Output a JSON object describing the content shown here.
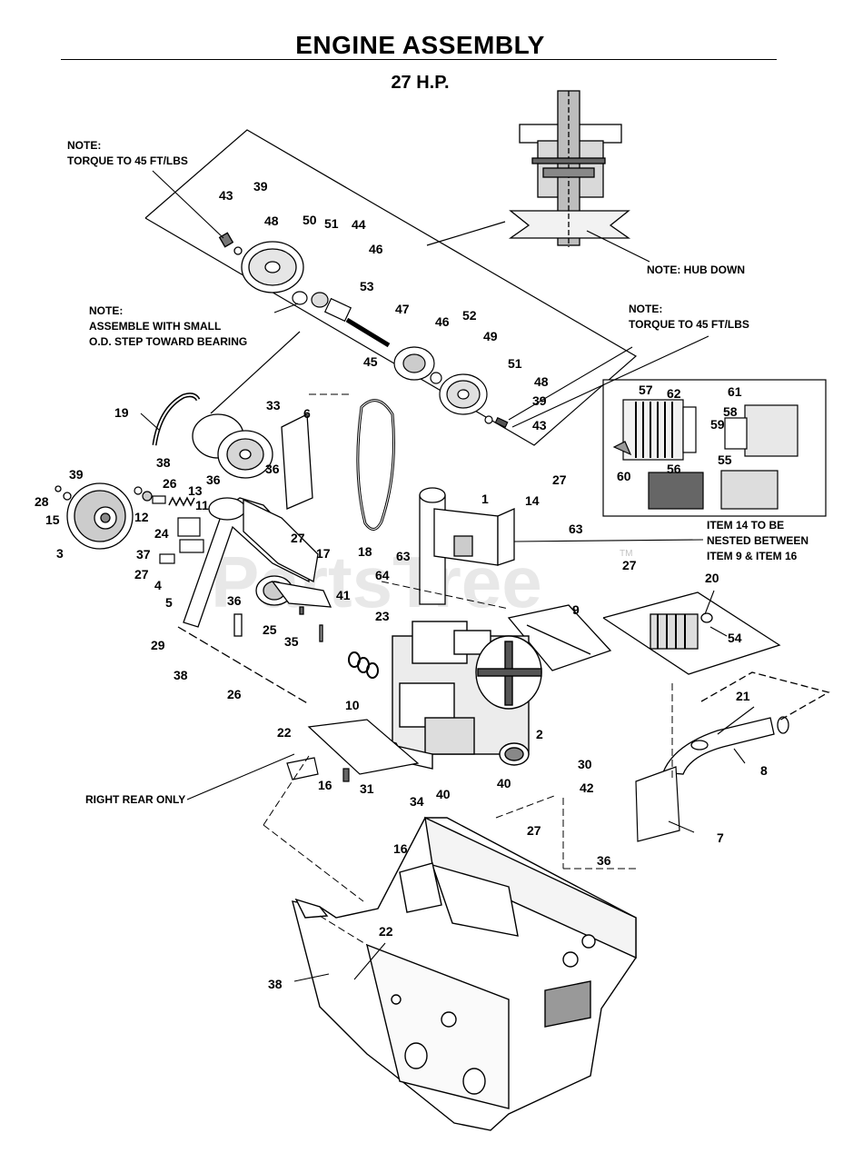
{
  "title": "ENGINE ASSEMBLY",
  "subtitle": "27 H.P.",
  "watermark": "PartsTree",
  "watermark_tm": "TM",
  "notes": {
    "torque_left": [
      "NOTE:",
      "TORQUE TO 45 FT/LBS"
    ],
    "assemble": [
      "NOTE:",
      "ASSEMBLE WITH SMALL",
      "O.D. STEP TOWARD BEARING"
    ],
    "torque_right": [
      "NOTE:",
      "TORQUE TO 45 FT/LBS"
    ],
    "hub_down": "NOTE: HUB DOWN",
    "item14": [
      "ITEM 14 TO BE",
      "NESTED BETWEEN",
      "ITEM 9 & ITEM 16"
    ],
    "right_rear": "RIGHT REAR ONLY"
  },
  "callouts": [
    "43",
    "39",
    "48",
    "50",
    "51",
    "44",
    "46",
    "53",
    "47",
    "45",
    "46",
    "52",
    "49",
    "51",
    "48",
    "39",
    "43",
    "19",
    "33",
    "6",
    "38",
    "26",
    "13",
    "39",
    "28",
    "15",
    "3",
    "12",
    "11",
    "24",
    "36",
    "36",
    "27",
    "37",
    "27",
    "4",
    "5",
    "17",
    "36",
    "29",
    "25",
    "35",
    "41",
    "38",
    "26",
    "18",
    "1",
    "14",
    "27",
    "63",
    "63",
    "64",
    "23",
    "27",
    "9",
    "57",
    "62",
    "61",
    "58",
    "59",
    "60",
    "56",
    "55",
    "20",
    "54",
    "21",
    "8",
    "10",
    "22",
    "16",
    "31",
    "34",
    "40",
    "2",
    "40",
    "30",
    "42",
    "7",
    "36",
    "27",
    "16",
    "22",
    "38"
  ]
}
